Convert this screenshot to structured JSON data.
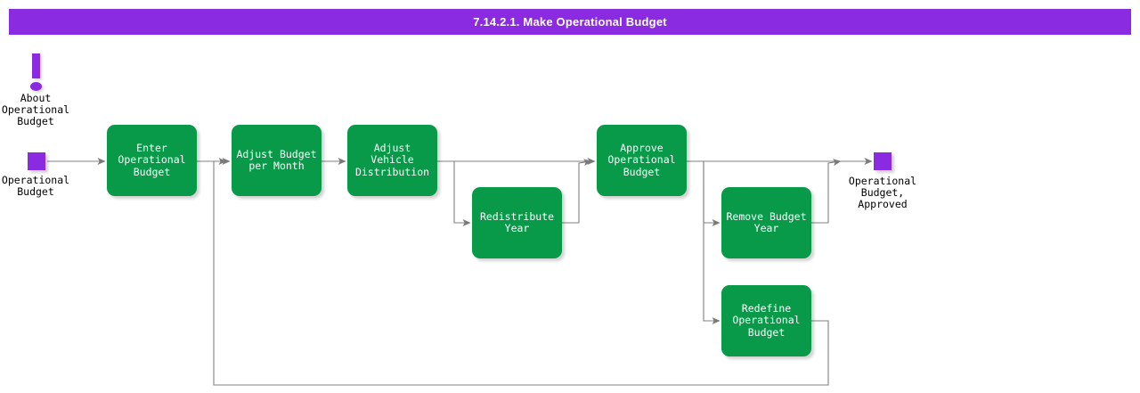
{
  "header": {
    "title": "7.14.2.1. Make Operational Budget",
    "bar_color": "#8A2BE2",
    "text_color": "#FFFFFF"
  },
  "theme": {
    "activity_fill": "#089949",
    "activity_text": "#FFFFFF",
    "terminal_fill": "#8A2BE2",
    "note_fill": "#8A2BE2",
    "connector": "#808080",
    "background": "#FFFFFF"
  },
  "diagram": {
    "type": "flowchart",
    "note": {
      "icon": "exclamation-icon",
      "label": "About\nOperational\nBudget"
    },
    "start": {
      "icon": "terminal-square",
      "label": "Operational\nBudget"
    },
    "end": {
      "icon": "terminal-square",
      "label": "Operational\nBudget,\nApproved"
    },
    "nodes": [
      {
        "id": "enter",
        "label": "Enter\nOperational\nBudget"
      },
      {
        "id": "adjust-month",
        "label": "Adjust Budget\nper Month"
      },
      {
        "id": "adjust-veh",
        "label": "Adjust Vehicle\nDistribution"
      },
      {
        "id": "redistribute",
        "label": "Redistribute\nYear"
      },
      {
        "id": "approve",
        "label": "Approve\nOperational\nBudget"
      },
      {
        "id": "remove-year",
        "label": "Remove Budget\nYear"
      },
      {
        "id": "redefine",
        "label": "Redefine\nOperational\nBudget"
      }
    ],
    "edges": [
      {
        "from": "start",
        "to": "enter"
      },
      {
        "from": "enter",
        "to": "adjust-month"
      },
      {
        "from": "adjust-month",
        "to": "adjust-veh"
      },
      {
        "from": "adjust-veh",
        "to": "approve"
      },
      {
        "from": "adjust-veh",
        "to": "redistribute"
      },
      {
        "from": "redistribute",
        "to": "approve"
      },
      {
        "from": "approve",
        "to": "end"
      },
      {
        "from": "approve",
        "to": "remove-year"
      },
      {
        "from": "remove-year",
        "to": "end"
      },
      {
        "from": "approve",
        "to": "redefine"
      },
      {
        "from": "redefine",
        "to": "adjust-month"
      }
    ]
  }
}
